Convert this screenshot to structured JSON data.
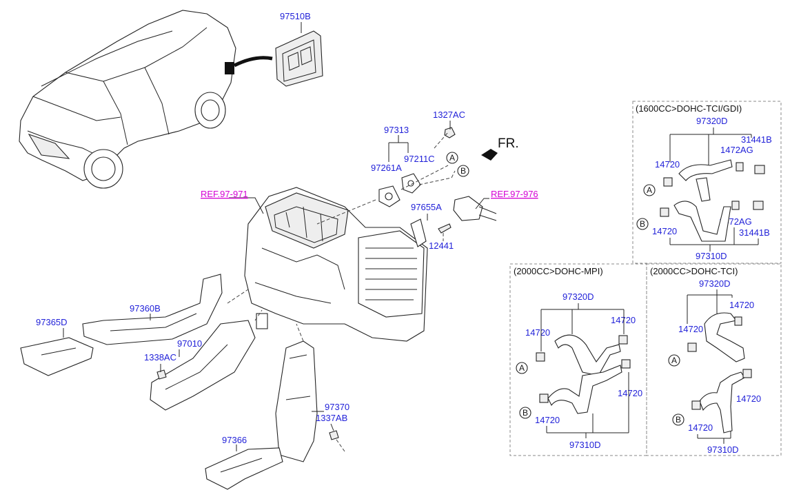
{
  "labels": {
    "l97510B": "97510B",
    "l1327AC": "1327AC",
    "l97313": "97313",
    "l97211C": "97211C",
    "l97261A": "97261A",
    "l97655A": "97655A",
    "l12441": "12441",
    "l97360B": "97360B",
    "l97365D": "97365D",
    "l97010": "97010",
    "l1338AC": "1338AC",
    "l97370": "97370",
    "l1337AB": "1337AB",
    "l97366": "97366"
  },
  "refs": {
    "r1": "REF.97-971",
    "r2": "REF.97-976"
  },
  "fr": "FR.",
  "circles": {
    "a": "A",
    "b": "B"
  },
  "box1": {
    "title": "(1600CC>DOHC-TCI/GDI)",
    "l97320D": "97320D",
    "l31441B_top": "31441B",
    "l1472AG_top": "1472AG",
    "l14720_a": "14720",
    "l14720_b": "14720",
    "l1472AG_bot": "1472AG",
    "l31441B_bot": "31441B",
    "l97310D": "97310D"
  },
  "box2": {
    "title": "(2000CC>DOHC-MPI)",
    "l97320D": "97320D",
    "l14720_l": "14720",
    "l14720_r": "14720",
    "l14720_r2": "14720",
    "l14720_b": "14720",
    "l97310D": "97310D"
  },
  "box3": {
    "title": "(2000CC>DOHC-TCI)",
    "l97320D": "97320D",
    "l14720_tr": "14720",
    "l14720_l": "14720",
    "l14720_r": "14720",
    "l14720_b": "14720",
    "l97310D": "97310D"
  }
}
